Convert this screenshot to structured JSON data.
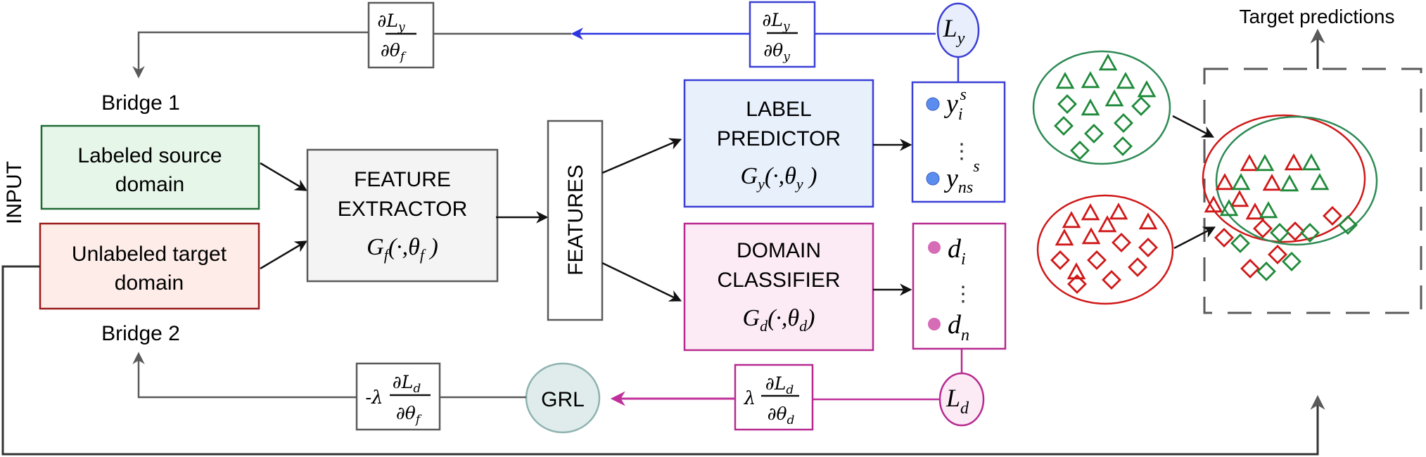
{
  "colors": {
    "gray": "#5a5a5a",
    "black": "#111111",
    "blue": "#3a3fd6",
    "blue_fill": "#e8f0fc",
    "blue_dot": "#5b8def",
    "magenta": "#b62a90",
    "magenta_fill": "#fcebf5",
    "magenta_dot": "#d66bb6",
    "green": "#1e6b35",
    "green_fill": "#e6f6e8",
    "red": "#9a1b1b",
    "red_fill": "#fdece7",
    "grl_fill": "#dfeceb",
    "grl_stroke": "#8fb3b0",
    "feat_fill": "#f4f4f4",
    "cluster_green": "#1f8a3a",
    "cluster_red": "#d01818",
    "cluster_green_ring": "#2e8a55"
  },
  "labels": {
    "input": "INPUT",
    "bridge1": "Bridge 1",
    "bridge2": "Bridge 2",
    "source_line1": "Labeled source",
    "source_line2": "domain",
    "target_line1": "Unlabeled target",
    "target_line2": "domain",
    "fe_line1": "FEATURE",
    "fe_line2": "EXTRACTOR",
    "fe_formula_main": "G",
    "fe_formula_sub": "f",
    "fe_formula_args": "(·,θ",
    "fe_formula_sub2": "f",
    "fe_formula_close": " )",
    "features": "FEATURES",
    "lp_line1": "LABEL",
    "lp_line2": "PREDICTOR",
    "lp_formula_main": "G",
    "lp_formula_sub": "y",
    "lp_formula_args": "(·,θ",
    "lp_formula_sub2": "y",
    "lp_formula_close": " )",
    "dc_line1": "DOMAIN",
    "dc_line2": "CLASSIFIER",
    "dc_formula_main": "G",
    "dc_formula_sub": "d",
    "dc_formula_args": "(·,θ",
    "dc_formula_sub2": "d",
    "dc_formula_close": ")",
    "y_out_first": "y",
    "y_out_first_sub": "i",
    "y_out_first_sup": "s",
    "y_out_last": "y",
    "y_out_last_sub": "ns",
    "y_out_last_sup": "s",
    "d_out_first": "d",
    "d_out_first_sub": "i",
    "d_out_last": "d",
    "d_out_last_sub": "n",
    "ellipsis": "⋮",
    "loss_y": "L",
    "loss_y_sub": "y",
    "loss_d": "L",
    "loss_d_sub": "d",
    "grl": "GRL",
    "grad_ly_thy_num": "∂L",
    "grad_ly_thy_num_sub": "y",
    "grad_ly_thy_den": "∂θ",
    "grad_ly_thy_den_sub": "y",
    "grad_ly_thf_num": "∂L",
    "grad_ly_thf_num_sub": "y",
    "grad_ly_thf_den": "∂θ",
    "grad_ly_thf_den_sub": "f",
    "grad_ld_thd_prefix": "λ",
    "grad_ld_thd_num": "∂L",
    "grad_ld_thd_num_sub": "d",
    "grad_ld_thd_den": "∂θ",
    "grad_ld_thd_den_sub": "d",
    "grad_ld_thf_prefix": "-λ",
    "grad_ld_thf_num": "∂L",
    "grad_ld_thf_num_sub": "d",
    "grad_ld_thf_den": "∂θ",
    "grad_ld_thf_den_sub": "f",
    "target_predictions": "Target predictions"
  },
  "clusters": {
    "source": {
      "triangles": 8,
      "diamonds": 8,
      "color": "green"
    },
    "target": {
      "triangles": 7,
      "diamonds": 8,
      "color": "red"
    },
    "aligned": {
      "red_triangles": 7,
      "green_triangles": 7,
      "red_diamonds": 6,
      "green_diamonds": 6
    }
  }
}
